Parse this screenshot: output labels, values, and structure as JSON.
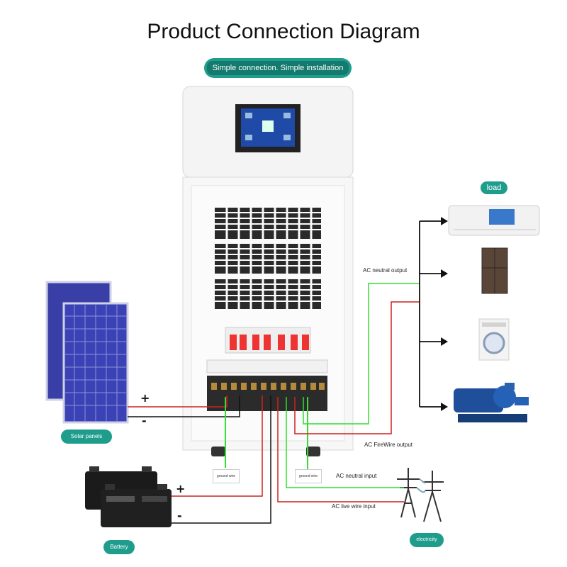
{
  "title": "Product Connection Diagram",
  "subtitle": "Simple connection. Simple installation",
  "badges": {
    "load": "load",
    "solar": "Solar panels",
    "battery": "Battery",
    "electricity": "electricity"
  },
  "labels": {
    "ac_neutral_output": "AC neutral output",
    "ac_firewire_output": "AC FireWire output",
    "ac_neutral_input": "AC neutral input",
    "ac_live_wire_input": "AC live wire input",
    "ground_wire_left": "ground wire",
    "ground_wire_right": "ground wire"
  },
  "signs": {
    "solar_plus": "+",
    "solar_minus": "-",
    "battery_plus": "+",
    "battery_minus": "-"
  },
  "colors": {
    "accent": "#1e9c8c",
    "wire_green": "#33dd33",
    "wire_red": "#cc2222",
    "wire_black": "#111111"
  },
  "icons": [
    "solar-panel-icon",
    "battery-icon",
    "air-conditioner-icon",
    "refrigerator-icon",
    "washing-machine-icon",
    "water-pump-icon",
    "power-tower-icon",
    "inverter-cabinet-icon"
  ]
}
